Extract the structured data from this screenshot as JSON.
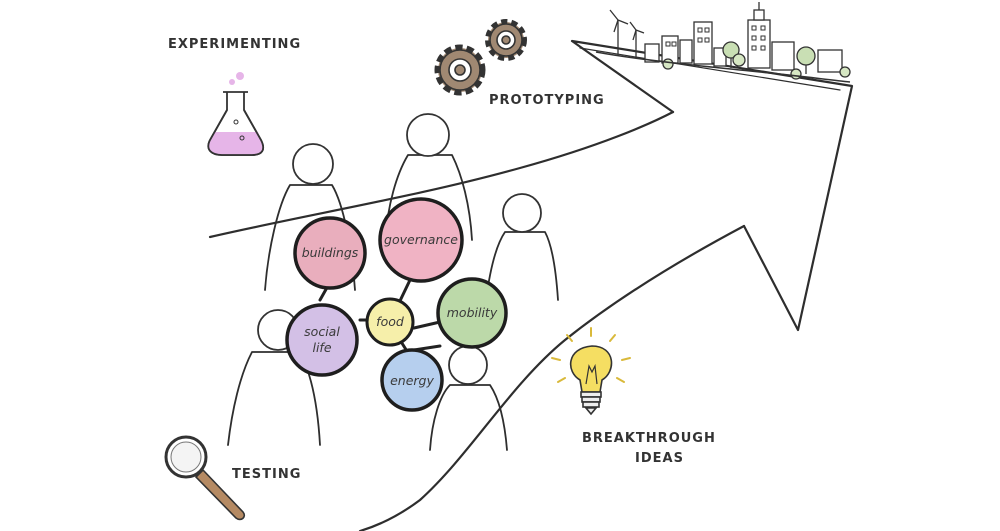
{
  "labels": {
    "experimenting": "EXPERIMENTING",
    "prototyping": "PROTOTYPING",
    "testing": "TESTING",
    "breakthrough_line1": "BREAKTHROUGH",
    "breakthrough_line2": "IDEAS"
  },
  "nodes": {
    "buildings": "buildings",
    "governance": "governance",
    "food": "food",
    "mobility": "mobility",
    "social_line1": "social",
    "social_line2": "life",
    "energy": "energy"
  },
  "icons": [
    "flask-icon",
    "gears-icon",
    "city-skyline-icon",
    "lightbulb-icon",
    "magnifier-icon",
    "arrow-icon"
  ],
  "colors": {
    "buildings": "#e9aebd",
    "governance": "#f0b3c4",
    "food": "#f6efaa",
    "mobility": "#bcd9a9",
    "social": "#d3c0e6",
    "energy": "#b6cfee",
    "flask_liquid": "#e6b5e8",
    "gear": "#a08872",
    "bulb": "#f5de62",
    "magnifier_handle": "#b58a63"
  }
}
